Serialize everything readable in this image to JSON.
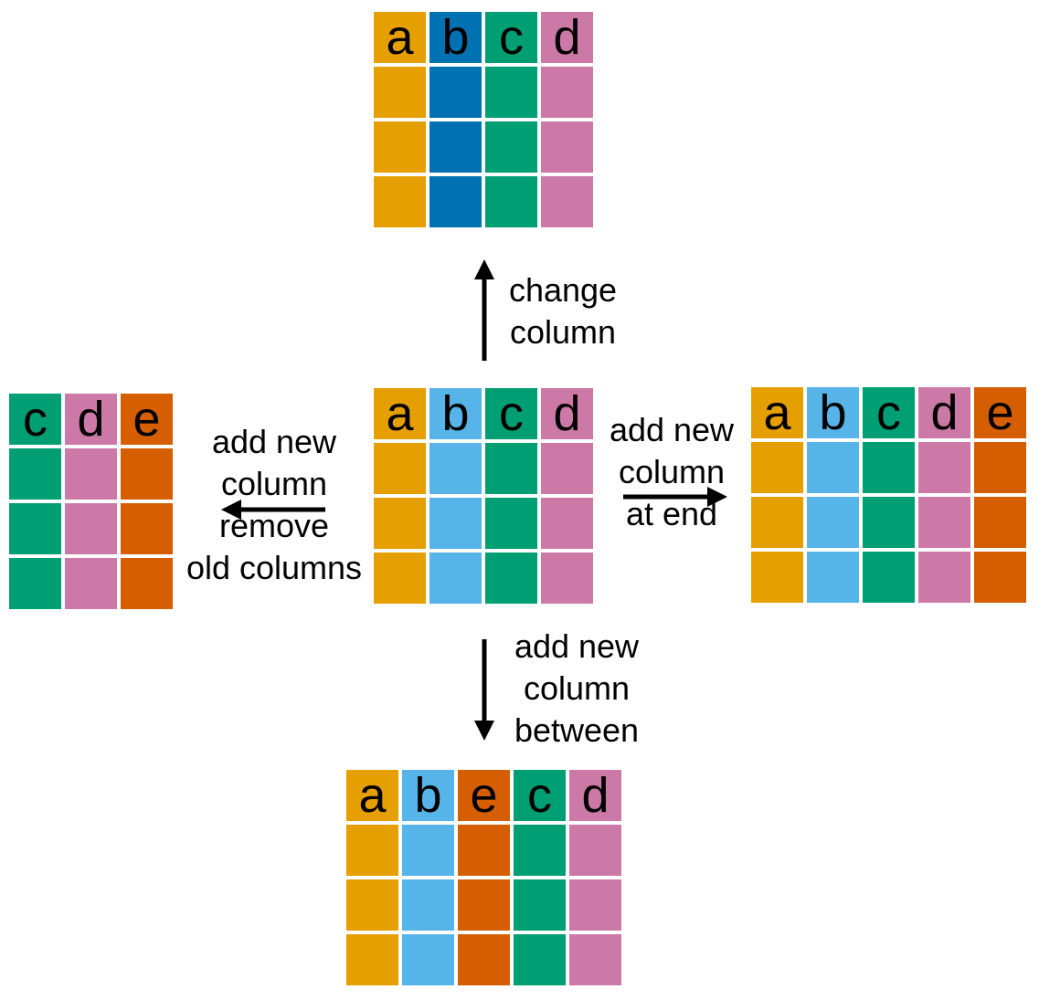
{
  "colors": {
    "a": "#E69F00",
    "b_dark": "#0072B2",
    "b": "#56B4E9",
    "c": "#009E73",
    "d": "#CC79A7",
    "e": "#D55E00"
  },
  "tables": {
    "top": {
      "columns": [
        {
          "name": "a",
          "color": "#E69F00"
        },
        {
          "name": "b",
          "color": "#0072B2"
        },
        {
          "name": "c",
          "color": "#009E73"
        },
        {
          "name": "d",
          "color": "#CC79A7"
        }
      ]
    },
    "center": {
      "columns": [
        {
          "name": "a",
          "color": "#E69F00"
        },
        {
          "name": "b",
          "color": "#56B4E9"
        },
        {
          "name": "c",
          "color": "#009E73"
        },
        {
          "name": "d",
          "color": "#CC79A7"
        }
      ]
    },
    "left": {
      "columns": [
        {
          "name": "c",
          "color": "#009E73"
        },
        {
          "name": "d",
          "color": "#CC79A7"
        },
        {
          "name": "e",
          "color": "#D55E00"
        }
      ]
    },
    "right": {
      "columns": [
        {
          "name": "a",
          "color": "#E69F00"
        },
        {
          "name": "b",
          "color": "#56B4E9"
        },
        {
          "name": "c",
          "color": "#009E73"
        },
        {
          "name": "d",
          "color": "#CC79A7"
        },
        {
          "name": "e",
          "color": "#D55E00"
        }
      ]
    },
    "bottom": {
      "columns": [
        {
          "name": "a",
          "color": "#E69F00"
        },
        {
          "name": "b",
          "color": "#56B4E9"
        },
        {
          "name": "e",
          "color": "#D55E00"
        },
        {
          "name": "c",
          "color": "#009E73"
        },
        {
          "name": "d",
          "color": "#CC79A7"
        }
      ]
    }
  },
  "labels": {
    "up": [
      "change",
      "column"
    ],
    "left": [
      "add new",
      "column",
      "remove",
      "old columns"
    ],
    "right": [
      "add new",
      "column",
      "at end"
    ],
    "down": [
      "add new",
      "column",
      "between"
    ]
  }
}
